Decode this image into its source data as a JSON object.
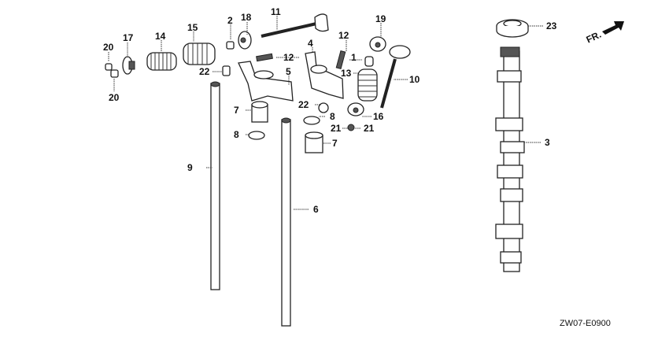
{
  "diagram": {
    "part_labels": [
      "20",
      "17",
      "14",
      "15",
      "2",
      "18",
      "11",
      "19",
      "12",
      "4",
      "12",
      "1",
      "13",
      "10",
      "22",
      "5",
      "20",
      "7",
      "22",
      "8",
      "16",
      "21",
      "21",
      "8",
      "7",
      "9",
      "6",
      "3",
      "23"
    ],
    "direction_marker": "FR.",
    "diagram_code": "ZW07-E0900"
  }
}
